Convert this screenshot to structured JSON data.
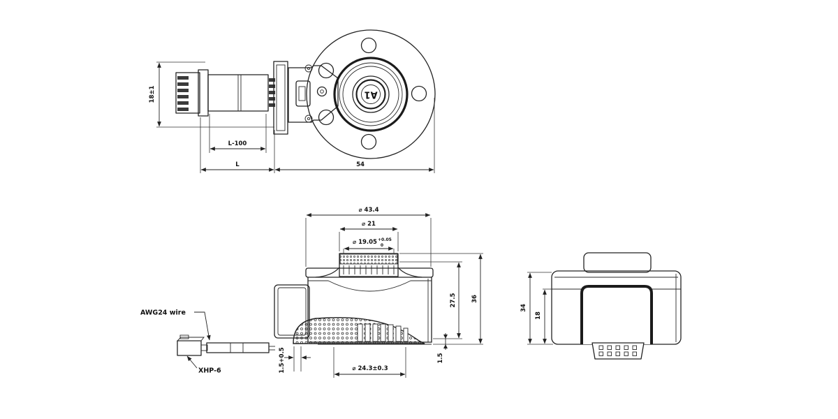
{
  "drawing": {
    "component": "rotary-encoder-dimensional-drawing",
    "annotations": {
      "wire_label": "AWG24 wire",
      "connector_label": "XHP-6",
      "shaft_mark": "A1"
    },
    "top_view": {
      "dim_height": "18±1",
      "dim_cable_free": "L-100",
      "dim_cable_total": "L",
      "dim_body": "54"
    },
    "side_view": {
      "dim_outer_dia": "⌀ 43.4",
      "dim_boss_dia": "⌀ 21",
      "dim_pilot_dia": "⌀ 19.05",
      "dim_pilot_tol_upper": "+0.05",
      "dim_pilot_tol_lower": "0",
      "dim_height_inner": "27.5",
      "dim_height_outer": "36",
      "dim_step": "1.5",
      "dim_bottom_dia": "⌀ 24.3±0.3",
      "dim_gap": "1.5+0.5"
    },
    "end_view": {
      "dim_height_outer": "34",
      "dim_height_inner": "18"
    },
    "colors": {
      "line": "#222222",
      "background": "#ffffff"
    }
  }
}
